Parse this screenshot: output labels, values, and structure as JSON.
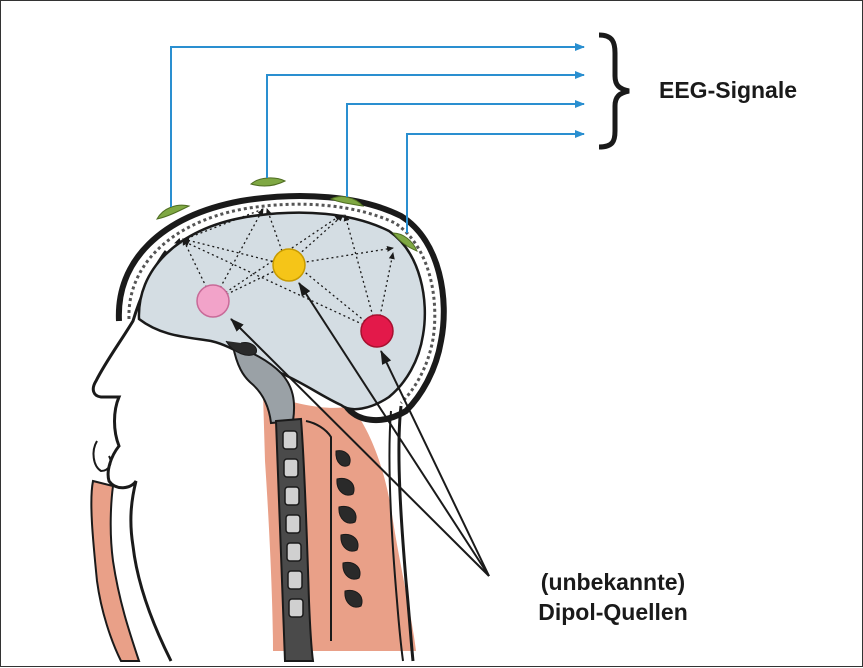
{
  "labels": {
    "eeg_signals": "EEG-Signale",
    "dipole_line1": "(unbekannte)",
    "dipole_line2": "Dipol-Quellen"
  },
  "electrodes": [
    "electrode-1",
    "electrode-2",
    "electrode-3",
    "electrode-4"
  ],
  "dipole_sources": [
    {
      "name": "dipole-source-pink",
      "color": "#f2a3c9"
    },
    {
      "name": "dipole-source-yellow",
      "color": "#f5c518"
    },
    {
      "name": "dipole-source-red",
      "color": "#e3194a"
    }
  ],
  "colors": {
    "signal_lines": "#2a8fd0",
    "electrode": "#7fa843",
    "brain": "#d4dde3",
    "soft_tissue": "#e9a088",
    "outline": "#1a1a1a"
  }
}
